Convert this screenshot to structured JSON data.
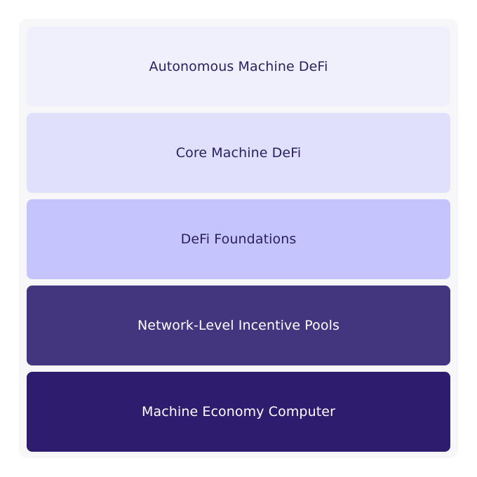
{
  "layers": [
    {
      "label": "Autonomous Machine DeFi",
      "bg": "#f0f0fd",
      "fg": "#2a2060"
    },
    {
      "label": "Core Machine DeFi",
      "bg": "#e1e0fc",
      "fg": "#2a2060"
    },
    {
      "label": "DeFi Foundations",
      "bg": "#c6c4fc",
      "fg": "#2a2060"
    },
    {
      "label": "Network-Level Incentive Pools",
      "bg": "#44357f",
      "fg": "#ffffff"
    },
    {
      "label": "Machine Economy Computer",
      "bg": "#2e1c6e",
      "fg": "#ffffff"
    }
  ]
}
